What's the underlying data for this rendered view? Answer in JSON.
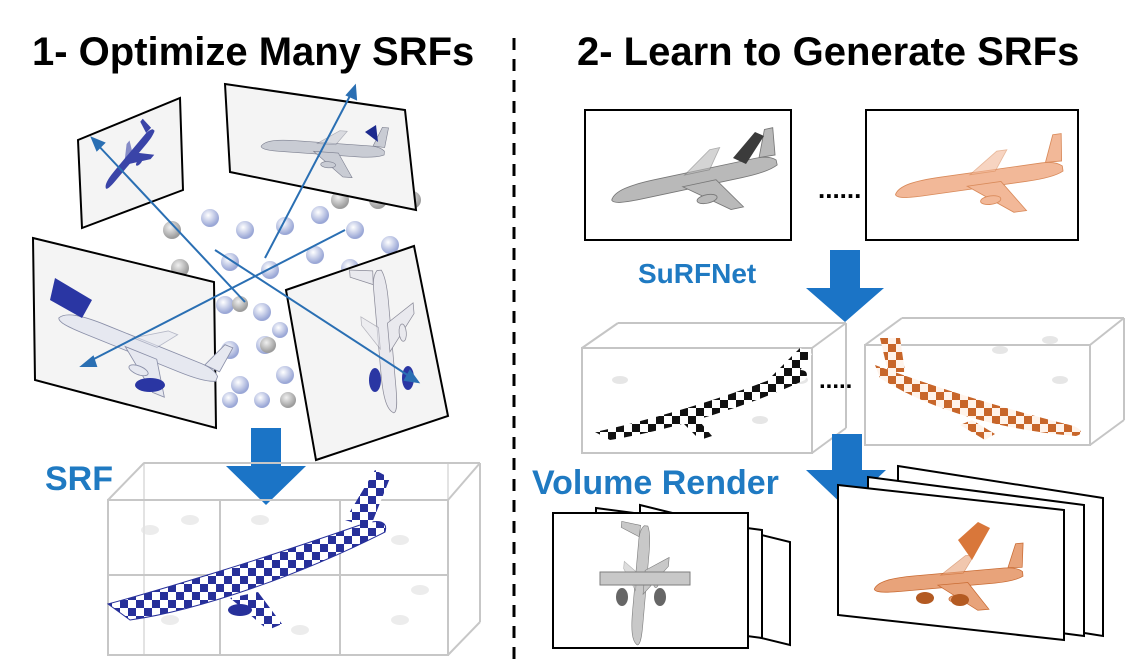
{
  "left": {
    "title": "1- Optimize Many SRFs",
    "srf_label": "SRF"
  },
  "right": {
    "title": "2- Learn to Generate SRFs",
    "surfnet_label": "SuRFNet",
    "volume_render_label": "Volume Render"
  },
  "colors": {
    "accent_blue": "#1f7ac2",
    "arrow_blue": "#1b74c6",
    "ray_blue": "#2a6fb3",
    "plane_blue": "#1f2f9e",
    "plane_orange": "#d9773a",
    "plane_gray": "#8e8e8e"
  },
  "icons": [
    "down-arrow-icon",
    "airplane-icon",
    "ellipsis-dots"
  ]
}
